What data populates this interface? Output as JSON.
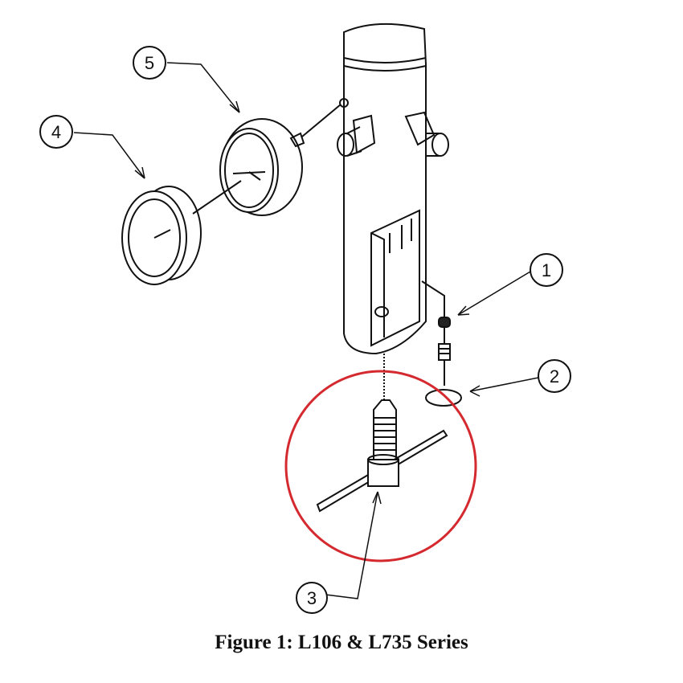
{
  "caption": "Figure 1:  L106 & L735 Series",
  "callouts": [
    "1",
    "2",
    "3",
    "4",
    "5"
  ],
  "colors": {
    "line": "#111111",
    "highlight": "#d42a2f"
  }
}
